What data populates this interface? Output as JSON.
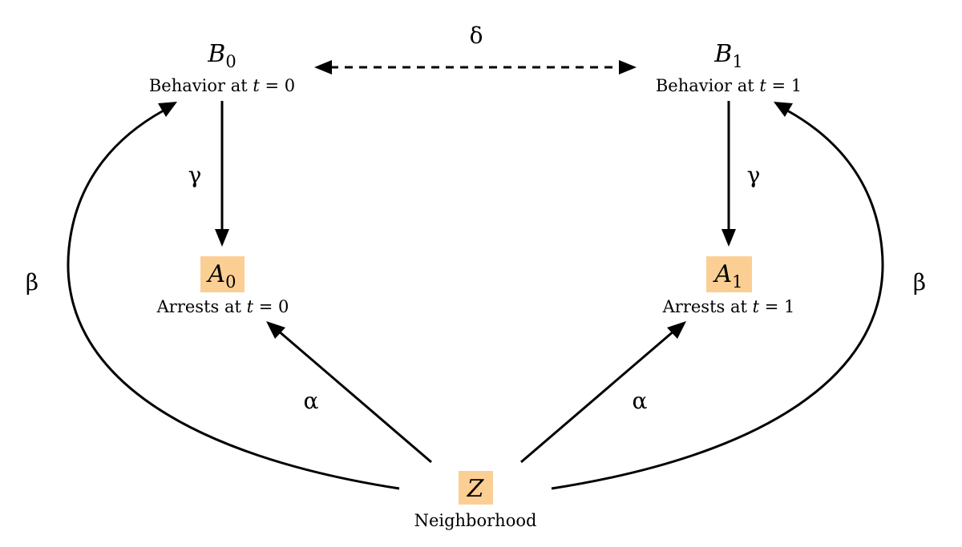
{
  "nodes": {
    "b0": {
      "symbol": "B",
      "subscript": "0",
      "caption_prefix": "Behavior at ",
      "caption_var": "t",
      "caption_suffix": " = 0",
      "highlighted": false
    },
    "b1": {
      "symbol": "B",
      "subscript": "1",
      "caption_prefix": "Behavior at ",
      "caption_var": "t",
      "caption_suffix": " = 1",
      "highlighted": false
    },
    "a0": {
      "symbol": "A",
      "subscript": "0",
      "caption_prefix": "Arrests at ",
      "caption_var": "t",
      "caption_suffix": " = 0",
      "highlighted": true
    },
    "a1": {
      "symbol": "A",
      "subscript": "1",
      "caption_prefix": "Arrests at ",
      "caption_var": "t",
      "caption_suffix": " = 1",
      "highlighted": true
    },
    "z": {
      "symbol": "Z",
      "caption": "Neighborhood",
      "highlighted": true
    }
  },
  "edges": {
    "delta": {
      "from": "b0",
      "to": "b1",
      "label": "δ",
      "style": "dashed",
      "bidirectional": true
    },
    "gamma_left": {
      "from": "b0",
      "to": "a0",
      "label": "γ",
      "style": "solid"
    },
    "gamma_right": {
      "from": "b1",
      "to": "a1",
      "label": "γ",
      "style": "solid"
    },
    "alpha_left": {
      "from": "z",
      "to": "a0",
      "label": "α",
      "style": "solid"
    },
    "alpha_right": {
      "from": "z",
      "to": "a1",
      "label": "α",
      "style": "solid"
    },
    "beta_left": {
      "from": "z",
      "to": "b0",
      "label": "β",
      "style": "curved"
    },
    "beta_right": {
      "from": "z",
      "to": "b1",
      "label": "β",
      "style": "curved"
    }
  },
  "colors": {
    "highlight": "#fbcf94",
    "ink": "#000000",
    "background": "#ffffff"
  }
}
